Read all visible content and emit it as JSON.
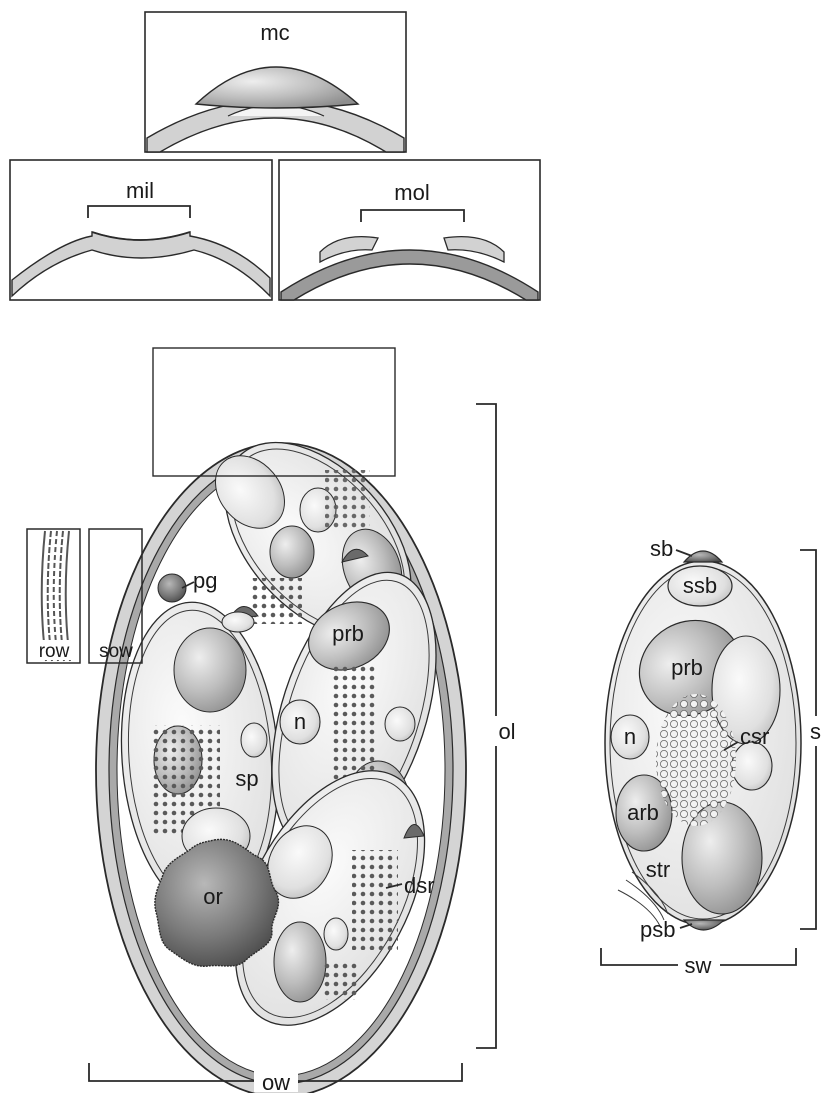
{
  "figure": {
    "insets": {
      "micropyle_cap": "mc",
      "micropyle_inner_layer": "mil",
      "micropyle_outer_layer": "mol"
    },
    "oocyst": {
      "rough_outer_wall": "row",
      "smooth_outer_wall": "sow",
      "polar_granule": "pg",
      "polar_ring_body": "prb",
      "nucleus": "n",
      "sporocyst": "sp",
      "oocyst_residuum": "or",
      "diffuse_sporocyst_residuum": "dsr",
      "length": "ol",
      "width": "ow"
    },
    "sporocyst": {
      "stieda_body": "sb",
      "substieda_body": "ssb",
      "polar_ring_body": "prb",
      "nucleus": "n",
      "compact_sporocyst_residuum": "csr",
      "anterior_refractile_body": "arb",
      "striations": "str",
      "parastieda_body": "psb",
      "length": "sl",
      "width": "sw"
    }
  },
  "colors": {
    "ink": "#2a2a2a",
    "wall_fill": "#cfcfcf",
    "body_fill": "#b5b5b5",
    "residuum_fill": "#7d7d7d"
  }
}
